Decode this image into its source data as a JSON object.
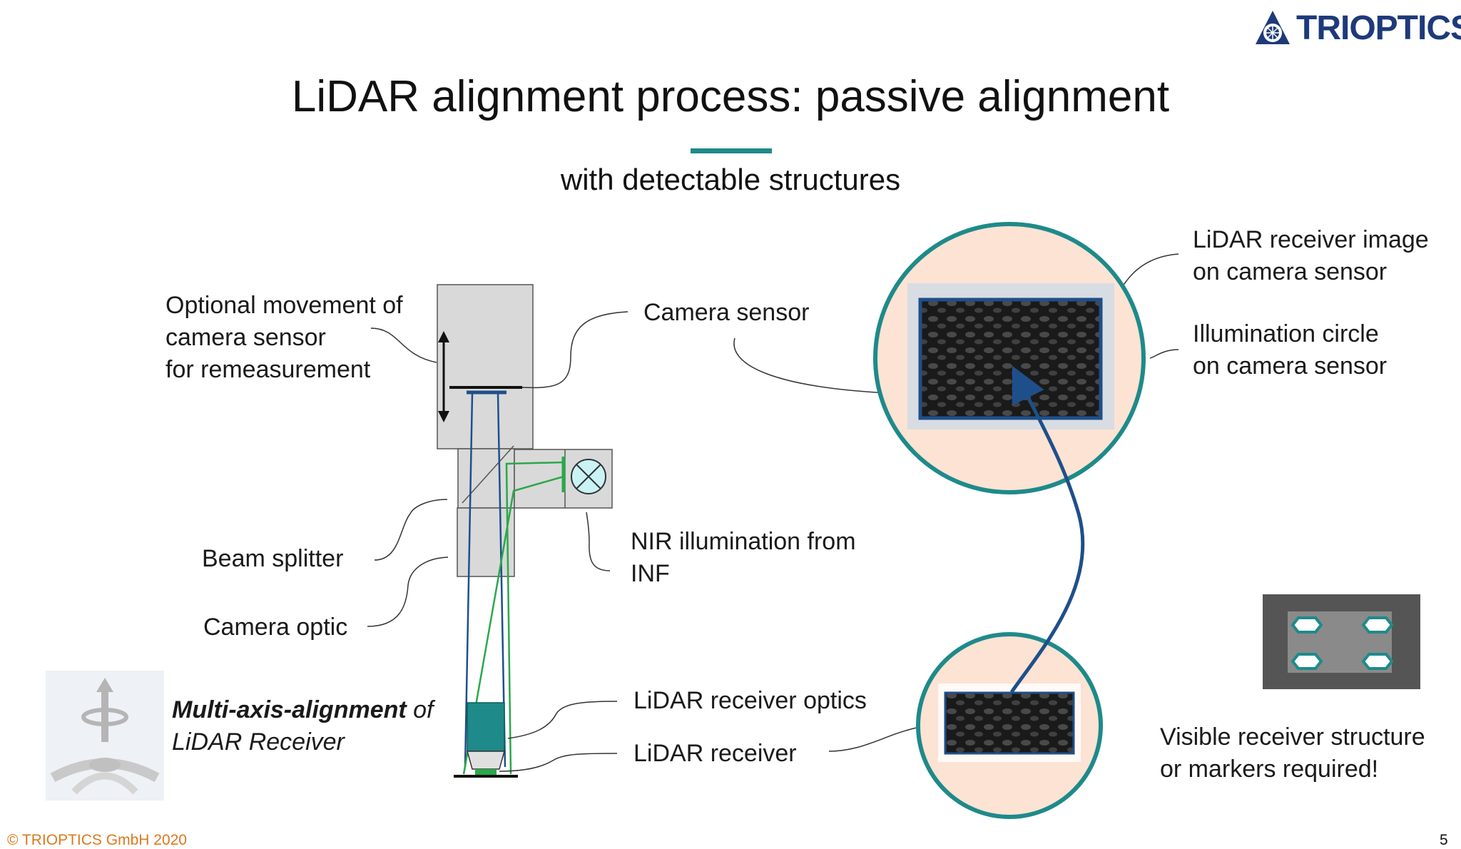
{
  "brand": {
    "logo_text": "TRIOPTICS",
    "copyright": "© TRIOPTICS GmbH 2020",
    "page_number": "5"
  },
  "slide": {
    "title": "LiDAR alignment process: passive alignment",
    "subtitle": "with detectable structures"
  },
  "labels": {
    "optional_movement": [
      "Optional movement of",
      "camera sensor",
      "for remeasurement"
    ],
    "camera_sensor": "Camera sensor",
    "beam_splitter": "Beam splitter",
    "camera_optic": "Camera optic",
    "nir_illumination": [
      "NIR illumination from",
      "INF"
    ],
    "multi_axis_bold": "Multi-axis-alignment",
    "multi_axis_rest": " of",
    "multi_axis_line2": "LiDAR Receiver",
    "receiver_optics": "LiDAR receiver optics",
    "receiver": "LiDAR receiver",
    "receiver_image": [
      "LiDAR receiver image",
      "on camera sensor"
    ],
    "illumination_circle": [
      "Illumination circle",
      "on camera sensor"
    ],
    "visible_structure": [
      "Visible receiver structure",
      "or markers required!"
    ]
  },
  "colors": {
    "teal": "#1e8a8a",
    "navy": "#1f4f8a",
    "peach": "#fde3d3",
    "orange": "#d97a1e",
    "green_beam": "#2aa84a"
  }
}
